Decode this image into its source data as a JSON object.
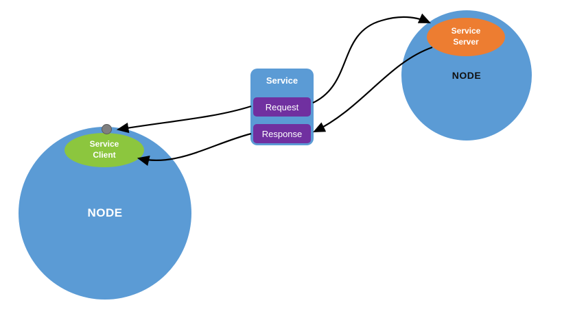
{
  "nodes": {
    "left": {
      "label": "NODE"
    },
    "right": {
      "label": "NODE"
    }
  },
  "client": {
    "line1": "Service",
    "line2": "Client"
  },
  "server": {
    "line1": "Service",
    "line2": "Server"
  },
  "service": {
    "title": "Service",
    "request": "Request",
    "response": "Response"
  },
  "colors": {
    "node_blue": "#5b9bd5",
    "client_green": "#8cc63e",
    "server_orange": "#ed7d31",
    "message_purple": "#7030a0",
    "arrow_black": "#000000",
    "dot_gray": "#7f7f7f",
    "background": "#ffffff"
  }
}
